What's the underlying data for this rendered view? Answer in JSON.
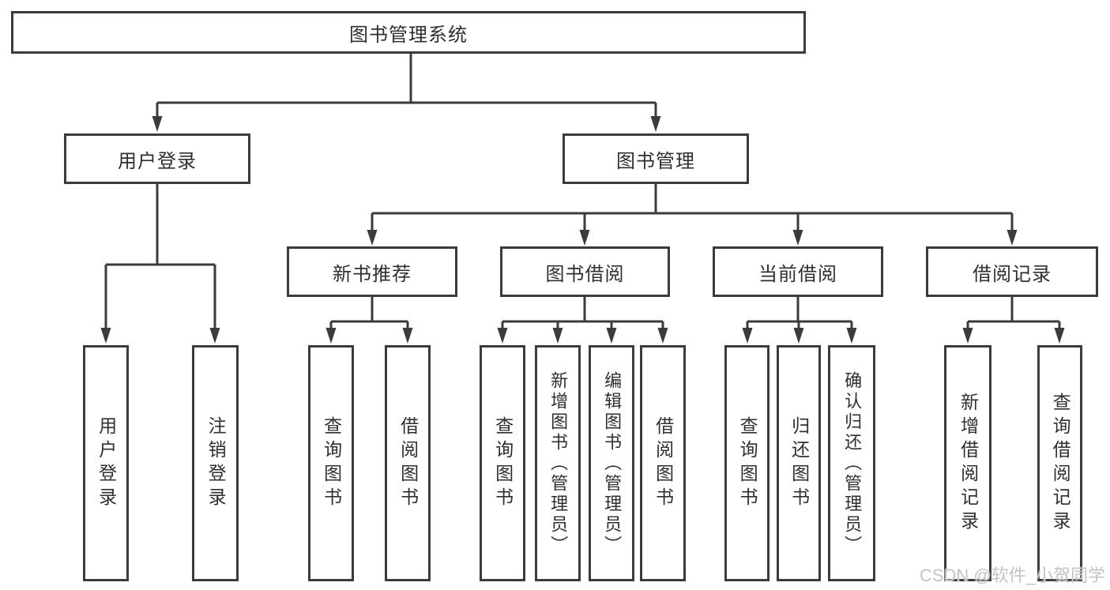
{
  "diagram_title": "图书管理系统",
  "colors": {
    "line": "#3b3b3b",
    "box_border": "#3b3b3b",
    "text": "#2f2f2f",
    "background": "#ffffff",
    "watermark_text": "#c3c3c8"
  },
  "nodes": {
    "root": {
      "label": "图书管理系统"
    },
    "level2": [
      {
        "label": "用户登录"
      },
      {
        "label": "图书管理"
      }
    ],
    "level3": [
      {
        "label": "新书推荐",
        "parent": "图书管理"
      },
      {
        "label": "图书借阅",
        "parent": "图书管理"
      },
      {
        "label": "当前借阅",
        "parent": "图书管理"
      },
      {
        "label": "借阅记录",
        "parent": "图书管理"
      }
    ],
    "leaves": [
      {
        "label": "用户登录",
        "parent": "用户登录"
      },
      {
        "label": "注销登录",
        "parent": "用户登录"
      },
      {
        "label": "查询图书",
        "parent": "新书推荐"
      },
      {
        "label": "借阅图书",
        "parent": "新书推荐"
      },
      {
        "label": "查询图书",
        "parent": "图书借阅"
      },
      {
        "label": "新增图书（管理员）",
        "parent": "图书借阅"
      },
      {
        "label": "编辑图书（管理员）",
        "parent": "图书借阅"
      },
      {
        "label": "借阅图书",
        "parent": "图书借阅"
      },
      {
        "label": "查询图书",
        "parent": "当前借阅"
      },
      {
        "label": "归还图书",
        "parent": "当前借阅"
      },
      {
        "label": "确认归还（管理员）",
        "parent": "当前借阅"
      },
      {
        "label": "新增借阅记录",
        "parent": "借阅记录"
      },
      {
        "label": "查询借阅记录",
        "parent": "借阅记录"
      }
    ]
  },
  "watermark": "CSDN @软件_小贺同学"
}
